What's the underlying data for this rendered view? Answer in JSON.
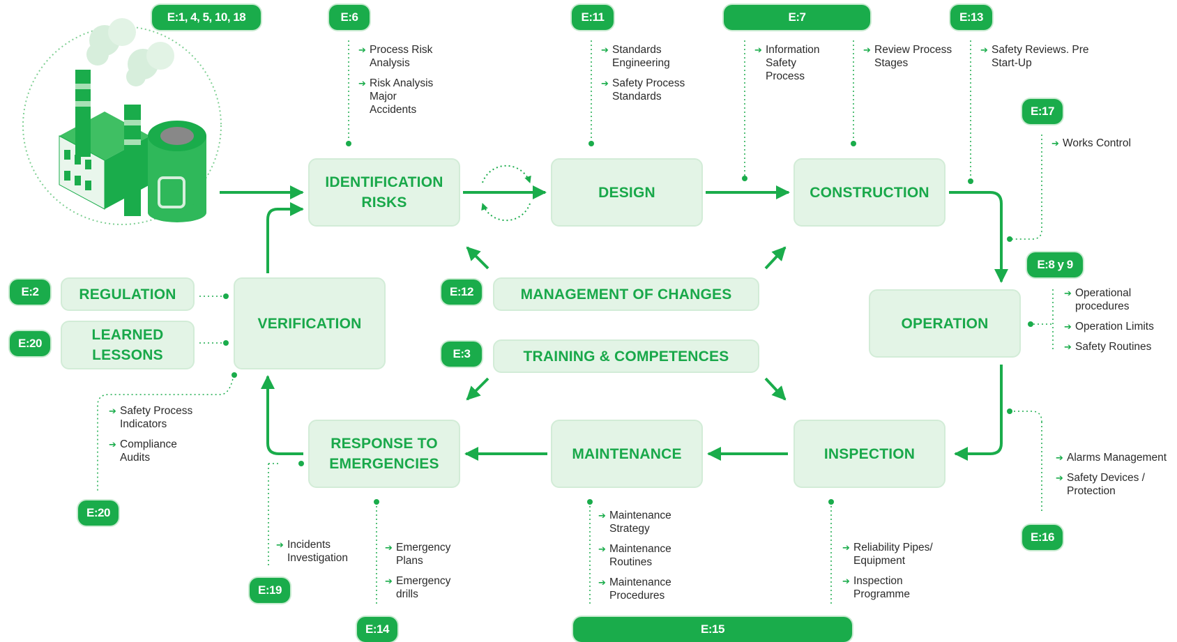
{
  "nodes": {
    "identification": "IDENTIFICATION\nRISKS",
    "design": "DESIGN",
    "construction": "CONSTRUCTION",
    "operation": "OPERATION",
    "inspection": "INSPECTION",
    "maintenance": "MAINTENANCE",
    "response": "RESPONSE TO\nEMERGENCIES",
    "verification": "VERIFICATION",
    "regulation": "REGULATION",
    "learned": "LEARNED\nLESSONS",
    "moc": "MANAGEMENT OF CHANGES",
    "training": "TRAINING & COMPETENCES"
  },
  "badges": {
    "e1": "E:1, 4, 5, 10, 18",
    "e6": "E:6",
    "e11": "E:11",
    "e7": "E:7",
    "e13": "E:13",
    "e17": "E:17",
    "e8": "E:8 y 9",
    "e2": "E:2",
    "e20a": "E:20",
    "e12": "E:12",
    "e3": "E:3",
    "e20b": "E:20",
    "e19": "E:19",
    "e14": "E:14",
    "e15": "E:15",
    "e16": "E:16"
  },
  "notes": {
    "e6": [
      "Process Risk\nAnalysis",
      "Risk Analysis\nMajor\nAccidents"
    ],
    "e11": [
      "Standards\nEngineering",
      "Safety Process\nStandards"
    ],
    "e7a": [
      "Information\nSafety\nProcess"
    ],
    "e7b": [
      "Review Process\nStages"
    ],
    "e13": [
      "Safety Reviews. Pre\nStart-Up"
    ],
    "e17": [
      "Works Control"
    ],
    "e8": [
      "Operational\nprocedures",
      "Operation Limits",
      "Safety Routines"
    ],
    "e16": [
      "Alarms Management",
      "Safety Devices /\nProtection"
    ],
    "e15a": [
      "Maintenance\nStrategy",
      "Maintenance\nRoutines",
      "Maintenance\nProcedures"
    ],
    "e15b": [
      "Reliability Pipes/\nEquipment",
      "Inspection\nProgramme"
    ],
    "e14": [
      "Emergency\nPlans",
      "Emergency\ndrills"
    ],
    "e19": [
      "Incidents\nInvestigation"
    ],
    "e20": [
      "Safety Process\nIndicators",
      "Compliance\nAudits"
    ]
  },
  "colors": {
    "accent": "#1aac4b",
    "node_fill": "#e3f4e6",
    "node_text": "#19a84a"
  },
  "icons": [
    "factory-illustration-icon",
    "arrow-right-icon",
    "cycle-arrows-icon"
  ]
}
